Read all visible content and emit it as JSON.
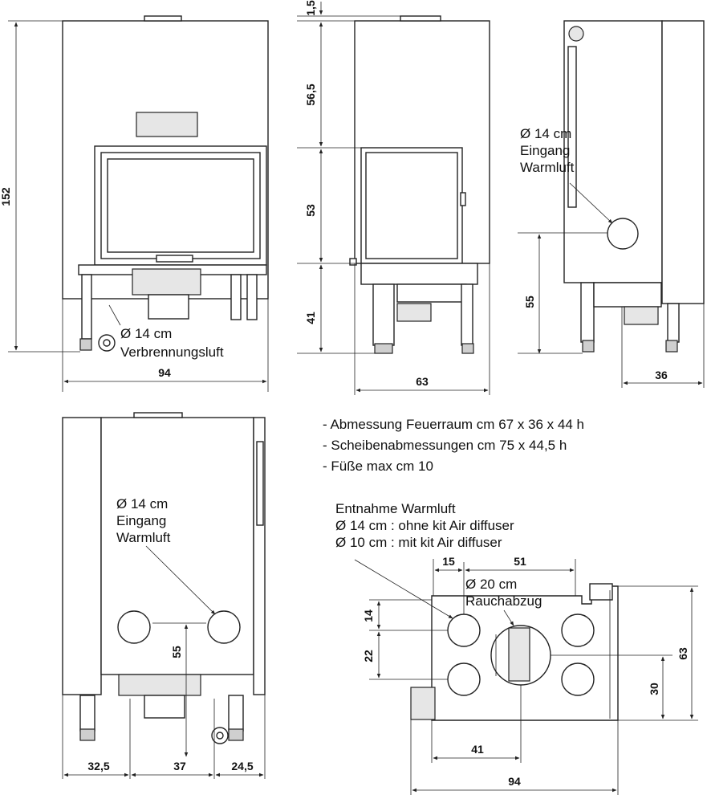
{
  "front_view": {
    "dim_height": "152",
    "dim_width": "94",
    "label_line1": "Ø 14 cm",
    "label_line2": "Verbrennungsluft"
  },
  "side_view": {
    "dim_top": "1,5",
    "dim_upper": "56,5",
    "dim_middle": "53",
    "dim_lower": "41",
    "dim_width": "63"
  },
  "rear_view": {
    "label_line1": "Ø 14 cm",
    "label_line2": "Eingang",
    "label_line3": "Warmluft",
    "dim_height": "55",
    "dim_width": "36"
  },
  "back_view": {
    "label_line1": "Ø 14 cm",
    "label_line2": "Eingang",
    "label_line3": "Warmluft",
    "dim_height": "55",
    "dim_left": "32,5",
    "dim_middle": "37",
    "dim_right": "24,5"
  },
  "notes": [
    "- Abmessung Feuerraum cm 67 x 36 x 44 h",
    "- Scheibenabmessungen cm 75 x 44,5 h",
    "- Füße max cm 10"
  ],
  "top_view": {
    "extract_title": "Entnahme Warmluft",
    "extract_line1": "Ø 14 cm : ohne kit Air diffuser",
    "extract_line2": "Ø 10 cm : mit kit Air diffuser",
    "flue_line1": "Ø 20 cm",
    "flue_line2": "Rauchabzug",
    "dim_15": "15",
    "dim_51": "51",
    "dim_14": "14",
    "dim_22": "22",
    "dim_30": "30",
    "dim_63": "63",
    "dim_41": "41",
    "dim_94": "94"
  }
}
